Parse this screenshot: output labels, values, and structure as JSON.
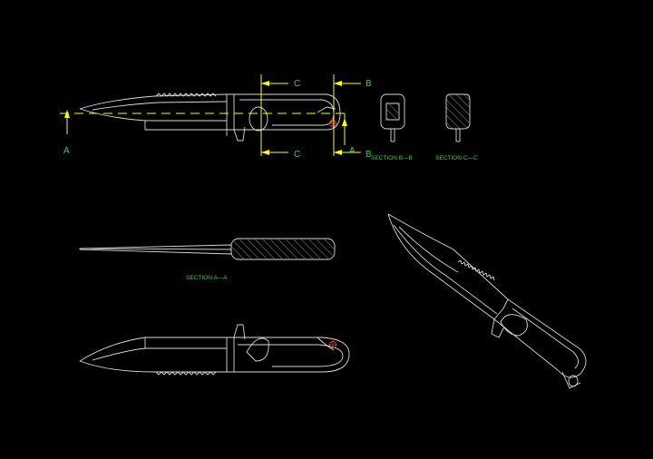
{
  "colors": {
    "background": "#000000",
    "lines": "#d8d8d8",
    "dimension": "#ffff00",
    "text": "#3fd13f",
    "marker": "#e04040"
  },
  "labels": {
    "a_left": "A",
    "a_right": "A",
    "b_top": "B",
    "b_bottom": "B",
    "c_top": "C",
    "c_bottom": "C",
    "section_bb": "SECTION B—B",
    "section_cc": "SECTION C—C",
    "section_aa": "SECTION A—A"
  }
}
